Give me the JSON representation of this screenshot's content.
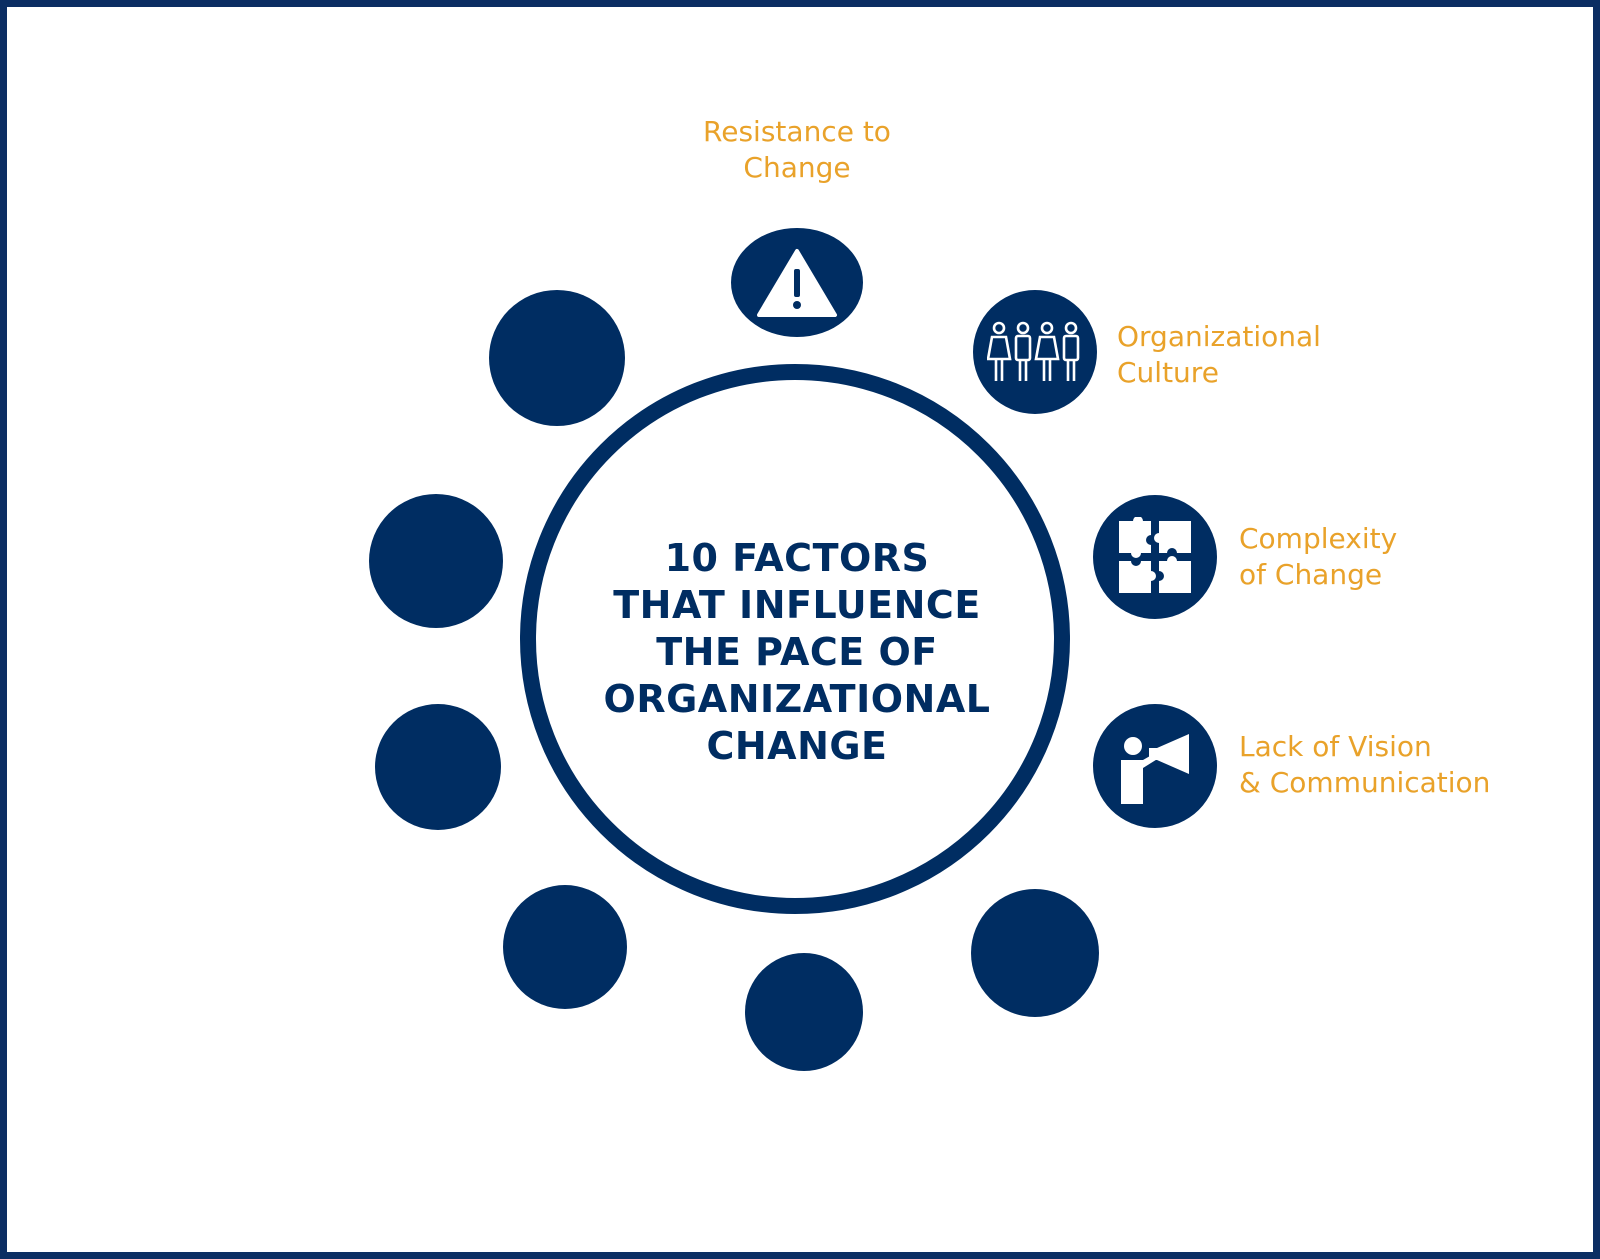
{
  "title_lines": [
    "10 FACTORS",
    "THAT INFLUENCE",
    "THE PACE OF",
    "ORGANIZATIONAL",
    "CHANGE"
  ],
  "colors": {
    "navy": "#002d62",
    "frame": "#0b2e63",
    "accent_orange": "#e9a22a",
    "background": "#ffffff"
  },
  "factors": [
    {
      "icon": "warning-icon",
      "label_lines": [
        "Resistance to",
        "Change"
      ]
    },
    {
      "icon": "people-icon",
      "label_lines": [
        "Organizational",
        "Culture"
      ]
    },
    {
      "icon": "puzzle-icon",
      "label_lines": [
        "Complexity",
        "of Change"
      ]
    },
    {
      "icon": "megaphone-icon",
      "label_lines": [
        "Lack of Vision",
        "& Communication"
      ]
    }
  ]
}
